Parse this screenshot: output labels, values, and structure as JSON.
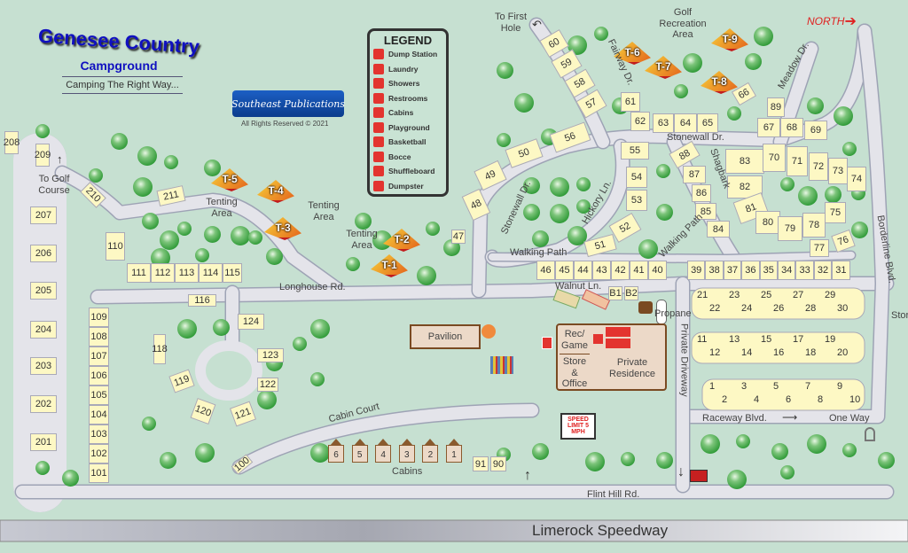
{
  "title": {
    "name": "Genesee Country",
    "sub": "Campground",
    "tagline": "Camping The Right Way..."
  },
  "publisher": {
    "logo": "Southeast Publications",
    "rights": "All Rights Reserved © 2021"
  },
  "north": "NORTH",
  "legend": {
    "title": "LEGEND",
    "items": [
      {
        "label": "Dump Station",
        "icon": "dump-station-icon"
      },
      {
        "label": "Laundry",
        "icon": "laundry-icon"
      },
      {
        "label": "Showers",
        "icon": "showers-icon"
      },
      {
        "label": "Restrooms",
        "icon": "restrooms-icon"
      },
      {
        "label": "Cabins",
        "icon": "cabin-icon"
      },
      {
        "label": "Playground",
        "icon": "playground-icon"
      },
      {
        "label": "Basketball",
        "icon": "basketball-icon"
      },
      {
        "label": "Bocce",
        "icon": "bocce-icon"
      },
      {
        "label": "Shuffleboard",
        "icon": "shuffleboard-icon"
      },
      {
        "label": "Dumpster",
        "icon": "dumpster-icon"
      }
    ]
  },
  "sites": [
    "208",
    "209",
    "210",
    "207",
    "206",
    "205",
    "204",
    "203",
    "202",
    "201",
    "110",
    "111",
    "112",
    "113",
    "114",
    "115",
    "116",
    "109",
    "108",
    "107",
    "106",
    "105",
    "104",
    "103",
    "102",
    "101",
    "118",
    "119",
    "120",
    "121",
    "122",
    "123",
    "124",
    "211",
    "47",
    "48",
    "49",
    "50",
    "56",
    "60",
    "59",
    "58",
    "57",
    "61",
    "62",
    "63",
    "64",
    "65",
    "66",
    "55",
    "54",
    "53",
    "52",
    "51",
    "88",
    "87",
    "86",
    "85",
    "84",
    "89",
    "67",
    "68",
    "69",
    "83",
    "70",
    "71",
    "72",
    "73",
    "74",
    "82",
    "81",
    "80",
    "79",
    "78",
    "75",
    "77",
    "76",
    "46",
    "45",
    "44",
    "43",
    "42",
    "41",
    "40",
    "39",
    "38",
    "37",
    "36",
    "35",
    "34",
    "33",
    "32",
    "31",
    "B1",
    "B2",
    "91",
    "90",
    "100"
  ],
  "rv_sites": [
    "21",
    "22",
    "23",
    "24",
    "25",
    "26",
    "27",
    "28",
    "29",
    "30",
    "11",
    "12",
    "13",
    "14",
    "15",
    "16",
    "17",
    "18",
    "19",
    "20",
    "1",
    "2",
    "3",
    "4",
    "5",
    "6",
    "7",
    "8",
    "9",
    "10"
  ],
  "cabins": [
    "6",
    "5",
    "4",
    "3",
    "2",
    "1"
  ],
  "tents": [
    "T-5",
    "T-4",
    "T-3",
    "T-2",
    "T-1",
    "T-6",
    "T-7",
    "T-8",
    "T-9"
  ],
  "labels": {
    "to_golf": "To Golf Course",
    "tenting1": "Tenting Area",
    "tenting2": "Tenting Area",
    "tenting3": "Tenting Area",
    "to_first_hole": "To First Hole",
    "golf_rec": "Golf Recreation Area",
    "fairway": "Fairway Dr.",
    "meadow": "Meadow Dr.",
    "stonewall1": "Stonewall Dr.",
    "stonewall2": "Stonewall Dr.",
    "hickory": "Hickory Ln.",
    "shagbark": "Shagbark",
    "walking1": "Walking Path",
    "walking2": "Walking Path",
    "borderline": "Borderline Blvd.",
    "longhouse": "Longhouse Rd.",
    "walnut": "Walnut Ln.",
    "propane": "Propane",
    "private_drive": "Private Driveway",
    "storage": "Storage",
    "raceway": "Raceway Blvd.",
    "one_way": "One Way",
    "cabin_court": "Cabin Court",
    "cabins": "Cabins",
    "flint_hill": "Flint Hill Rd.",
    "speedway": "Limerock Speedway"
  },
  "buildings": {
    "pavilion": "Pavilion",
    "rec_game": "Rec/ Game",
    "store": "Store & Office",
    "residence": "Private Residence"
  },
  "speed_sign": "SPEED LIMIT 5 MPH",
  "colors": {
    "grass": "#c6e0d1",
    "road": "#e4e4ea",
    "site": "#fdf8c4",
    "title": "#1010c0",
    "tent": "#e4651c",
    "legend_icon": "#e3342f"
  }
}
